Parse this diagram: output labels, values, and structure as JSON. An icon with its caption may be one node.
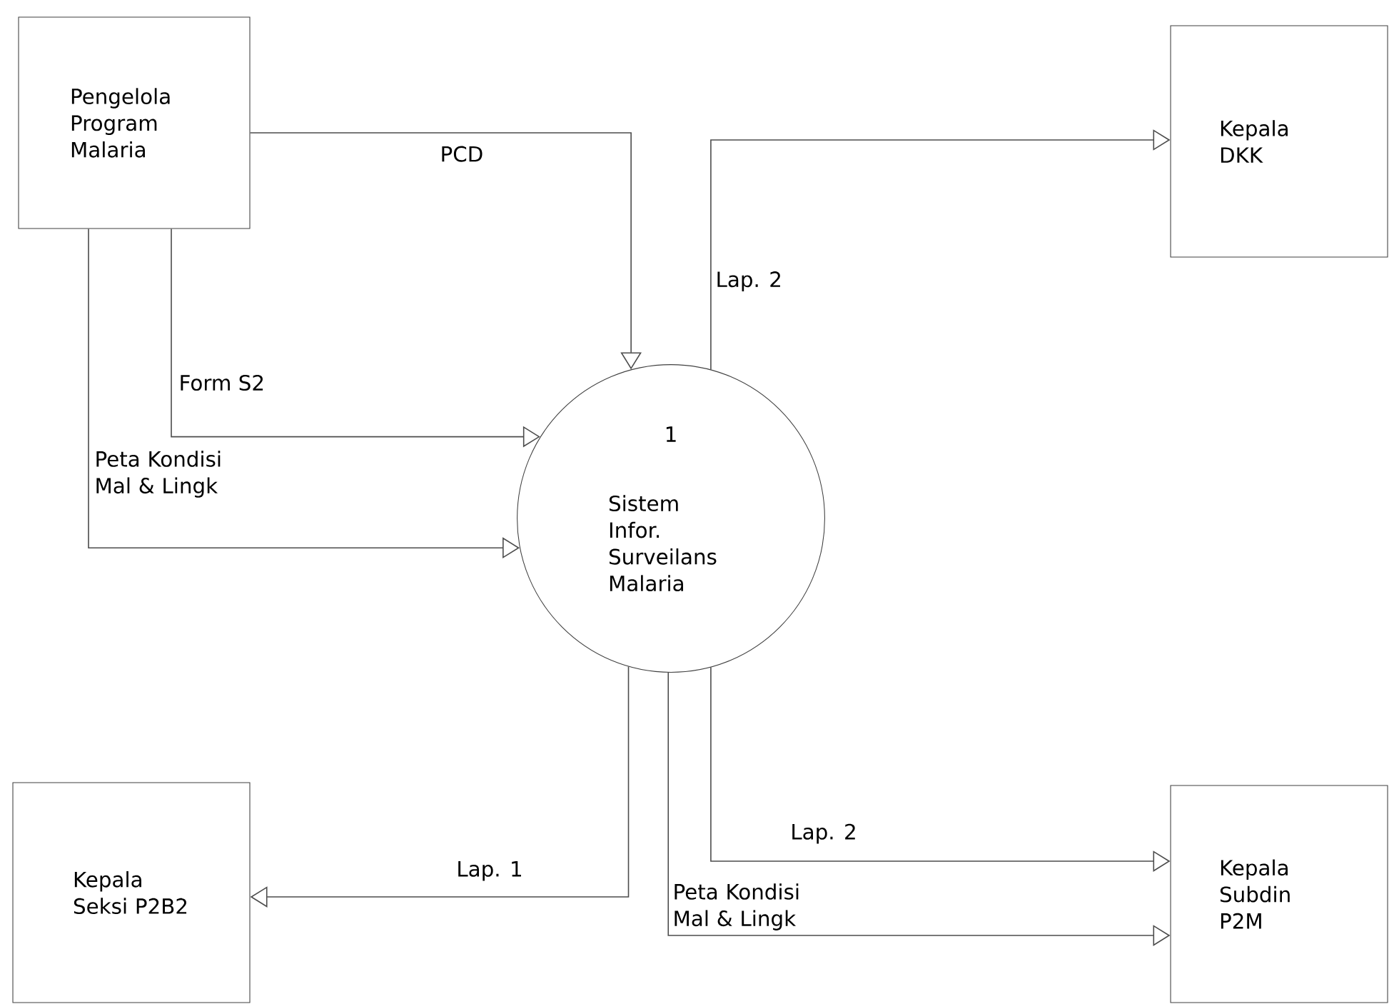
{
  "diagram": {
    "nodes": [
      {
        "text": [
          "Pengelola Program Malaria"
        ]
      },
      {
        "text": [
          "Kepala DKK"
        ]
      },
      {
        "text": [
          "1",
          "Sistem Infor. Surveilans Malaria"
        ]
      },
      {
        "text": [
          "Kepala Seksi P2B2"
        ]
      },
      {
        "text": [
          "Kepala Subdin P2M"
        ]
      }
    ],
    "edges": [
      {
        "from": 0,
        "to": 2,
        "arrow": "to",
        "label": "PCD"
      },
      {
        "from": 0,
        "to": 2,
        "arrow": "to",
        "label": "Form S2"
      },
      {
        "from": 0,
        "to": 2,
        "arrow": "to",
        "label": "Peta Kondisi Mal & Lingk"
      },
      {
        "from": 2,
        "to": 1,
        "arrow": "to",
        "label": "Lap. 2"
      },
      {
        "from": 2,
        "to": 3,
        "arrow": "to",
        "label": "Lap. 1"
      },
      {
        "from": 2,
        "to": 4,
        "arrow": "to",
        "label": "Lap. 2"
      },
      {
        "from": 2,
        "to": 4,
        "arrow": "to",
        "label": "Peta Kondisi Mal & Lingk"
      }
    ]
  }
}
